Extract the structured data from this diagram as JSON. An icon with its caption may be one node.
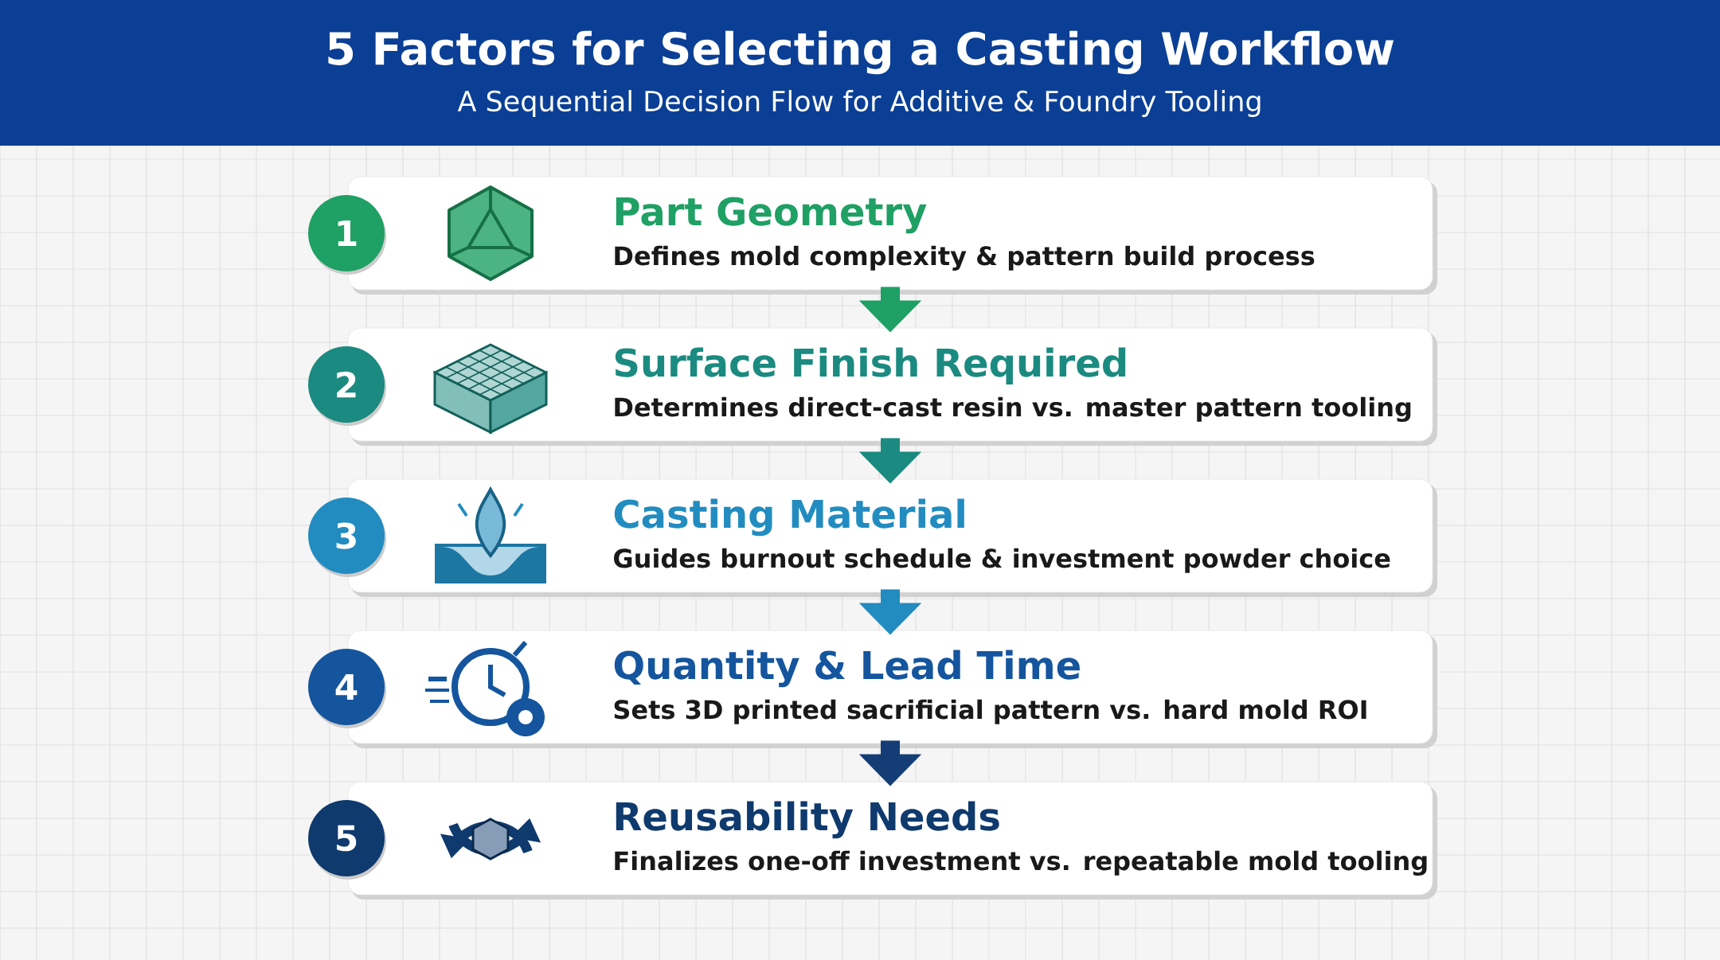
{
  "diagram": {
    "title": "5 Factors for Selecting a Casting Workflow",
    "caption": "A Sequential Decision Flow for Additive & Foundry Tooling",
    "nodes": [
      {
        "text": [
          "1"
        ]
      },
      {
        "text": [
          "Part Geometry",
          "Defines mold complexity & pattern build process"
        ]
      },
      {
        "text": [
          "2"
        ]
      },
      {
        "text": [
          "Surface Finish Required",
          "Determines direct-cast resin vs. master pattern tooling"
        ]
      },
      {
        "text": [
          "3"
        ]
      },
      {
        "text": [
          "Casting Material",
          "Guides burnout schedule & investment powder choice"
        ]
      },
      {
        "text": [
          "4"
        ]
      },
      {
        "text": [
          "Quantity & Lead Time",
          "Sets 3D printed sacrificial pattern vs. hard mold ROI"
        ]
      },
      {
        "text": [
          "5"
        ]
      },
      {
        "text": [
          "Reusability Needs",
          "Finalizes one-off investment vs. repeatable mold tooling"
        ]
      }
    ],
    "edges": [
      {
        "from": 1,
        "to": 3,
        "arrow": "to",
        "color": "#1fa064"
      },
      {
        "from": 3,
        "to": 5,
        "arrow": "to",
        "color": "#1b8a80"
      },
      {
        "from": 5,
        "to": 7,
        "arrow": "to",
        "color": "#228cc0"
      },
      {
        "from": 7,
        "to": 9,
        "arrow": "to",
        "color": "#153d75"
      }
    ]
  }
}
